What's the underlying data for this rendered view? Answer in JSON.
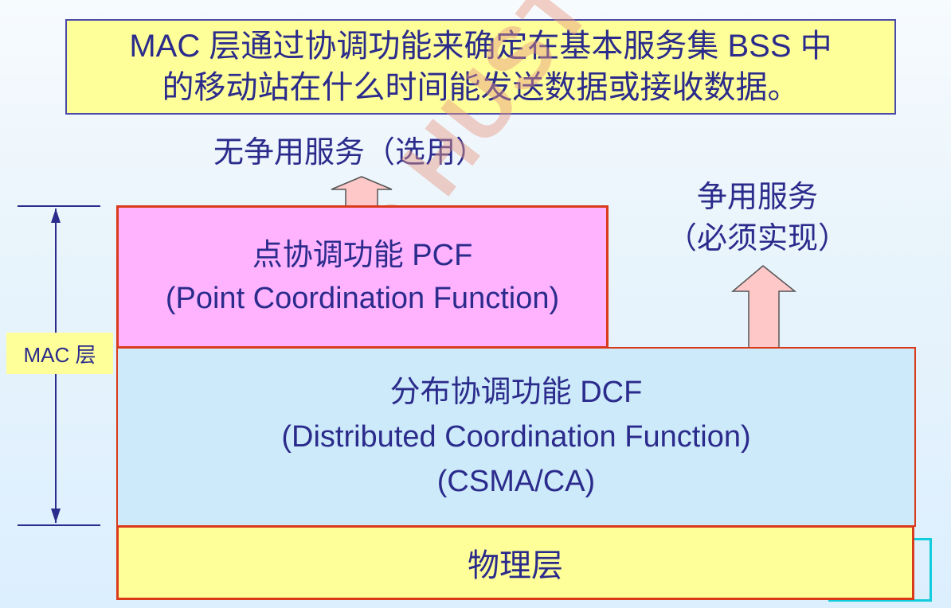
{
  "caption": {
    "line1": "MAC 层通过协调功能来确定在基本服务集 BSS 中",
    "line2": "的移动站在什么时间能发送数据或接收数据。"
  },
  "contention_free": {
    "label": "无争用服务（选用）"
  },
  "contention": {
    "line1": "争用服务",
    "line2": "（必须实现）"
  },
  "pcf": {
    "line1": "点协调功能 PCF",
    "line2": "(Point Coordination Function)"
  },
  "dcf": {
    "line1": "分布协调功能 DCF",
    "line2": "(Distributed Coordination Function)",
    "line3": "(CSMA/CA)"
  },
  "physical_layer": {
    "label": "物理层"
  },
  "mac_layer": {
    "label": "MAC 层"
  },
  "watermark": {
    "text": "Ke HUST"
  },
  "colors": {
    "caption_bg": "#ffff99",
    "pcf_bg": "#ffb3ff",
    "dcf_bg": "#cdeafa",
    "border_red": "#d93a1a",
    "text_blue": "#2b2b8c",
    "arrow_fill": "#ffc8c8"
  }
}
